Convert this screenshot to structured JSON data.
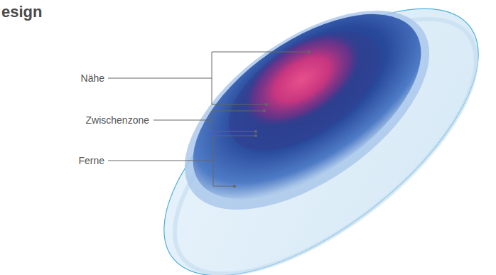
{
  "diagram": {
    "title": "esign",
    "labels": [
      "Nähe",
      "Zwischenzone",
      "Ferne"
    ]
  }
}
